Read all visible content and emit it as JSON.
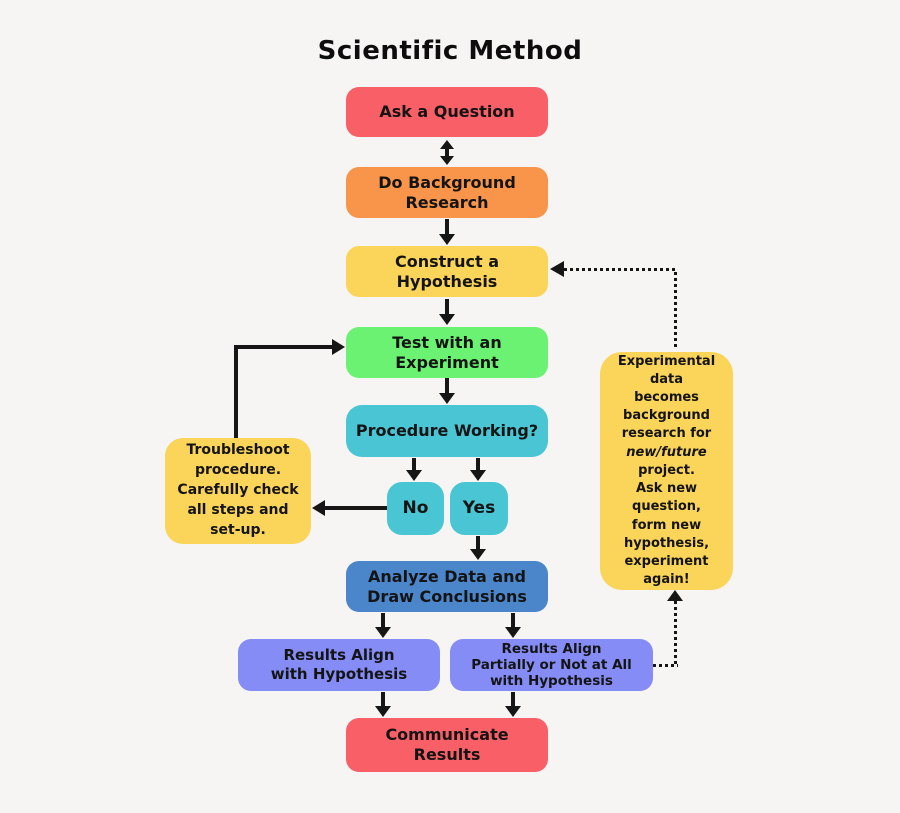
{
  "title": "Scientific Method",
  "palette": {
    "bg": "#F6F5F3",
    "ink": "#161616",
    "red": "#F85F66",
    "orange": "#F8954A",
    "yellow": "#FBD45A",
    "green": "#6BF272",
    "teal": "#49C5D3",
    "blue": "#4C86CA",
    "purple": "#858CF5"
  },
  "nodes": {
    "ask": {
      "label": "Ask a Question",
      "color": "#F85F66"
    },
    "research": {
      "label": "Do Background\nResearch",
      "color": "#F8954A"
    },
    "hypothesis": {
      "label": "Construct a\nHypothesis",
      "color": "#FBD45A"
    },
    "experiment": {
      "label": "Test with an\nExperiment",
      "color": "#6BF272"
    },
    "procedure": {
      "label": "Procedure Working?",
      "color": "#49C5D3"
    },
    "no": {
      "label": "No",
      "color": "#49C5D3"
    },
    "yes": {
      "label": "Yes",
      "color": "#49C5D3"
    },
    "analyze": {
      "label": "Analyze Data and\nDraw Conclusions",
      "color": "#4C86CA"
    },
    "align": {
      "label": "Results Align\nwith Hypothesis",
      "color": "#858CF5"
    },
    "misalign": {
      "label": "Results Align\nPartially or Not at All\nwith Hypothesis",
      "color": "#858CF5"
    },
    "communicate": {
      "label": "Communicate\nResults",
      "color": "#F85F66"
    },
    "troubleshoot": {
      "label": "Troubleshoot\nprocedure.\nCarefully check\nall steps and\nset-up.",
      "color": "#FBD45A"
    }
  },
  "side_note": {
    "color": "#FBD45A",
    "lines": [
      {
        "t": "Experimental"
      },
      {
        "t": "data"
      },
      {
        "t": "becomes"
      },
      {
        "t": "background"
      },
      {
        "t": "research for"
      },
      {
        "t": "new/future",
        "italic": true
      },
      {
        "t": "project."
      },
      {
        "t": "Ask new"
      },
      {
        "t": "question,"
      },
      {
        "t": "form new"
      },
      {
        "t": "hypothesis,"
      },
      {
        "t": "experiment"
      },
      {
        "t": "again!"
      }
    ]
  }
}
